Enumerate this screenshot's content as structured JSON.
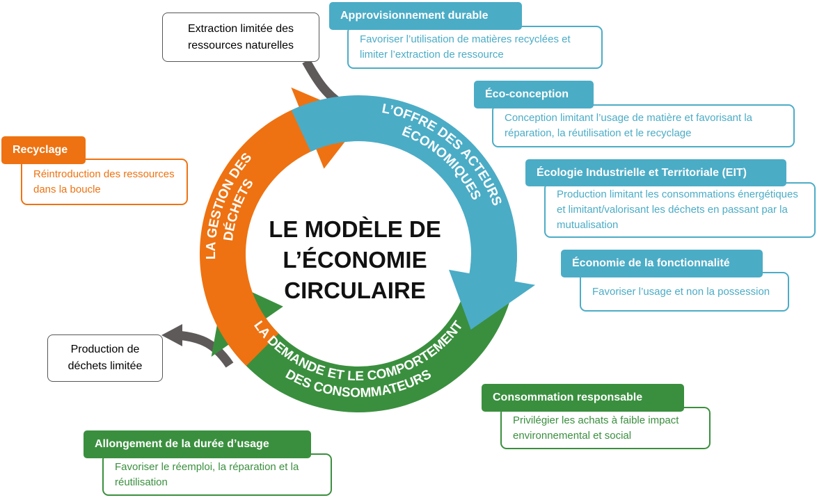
{
  "title_lines": [
    "LE MODÈLE DE",
    "L’ÉCONOMIE",
    "CIRCULAIRE"
  ],
  "colors": {
    "orange": "#EE7211",
    "blue": "#4BACC6",
    "green": "#3A8F3E",
    "gray": "#5F5A5A"
  },
  "ring": {
    "blue": [
      "L’OFFRE DES ACTEURS",
      "ÉCONOMIQUES"
    ],
    "orange": [
      "LA GESTION DES",
      "DÉCHETS"
    ],
    "green": [
      "LA DEMANDE ET LE COMPORTEMENT",
      "DES CONSOMMATEURS"
    ]
  },
  "inputs": {
    "extraction": "Extraction limitée des ressources naturelles",
    "production": "Production de déchets limitée"
  },
  "pillars": [
    {
      "title": "Approvisionnement durable",
      "desc": "Favoriser l’utilisation de matières recyclées et limiter l’extraction de ressource"
    },
    {
      "title": "Éco-conception",
      "desc": "Conception limitant l’usage de matière et favorisant la réparation, la réutilisation et le recyclage"
    },
    {
      "title": "Écologie Industrielle et Territoriale (EIT)",
      "desc": "Production limitant les consommations énergétiques et limitant/valorisant les déchets en passant par la mutualisation"
    },
    {
      "title": "Économie de la fonctionnalité",
      "desc": "Favoriser l’usage et non la possession"
    },
    {
      "title": "Consommation responsable",
      "desc": "Privilégier les achats à faible impact environnemental et social"
    },
    {
      "title": "Allongement de la durée d’usage",
      "desc": "Favoriser le réemploi, la réparation et la réutilisation"
    },
    {
      "title": "Recyclage",
      "desc": "Réintroduction des ressources dans la boucle"
    }
  ]
}
